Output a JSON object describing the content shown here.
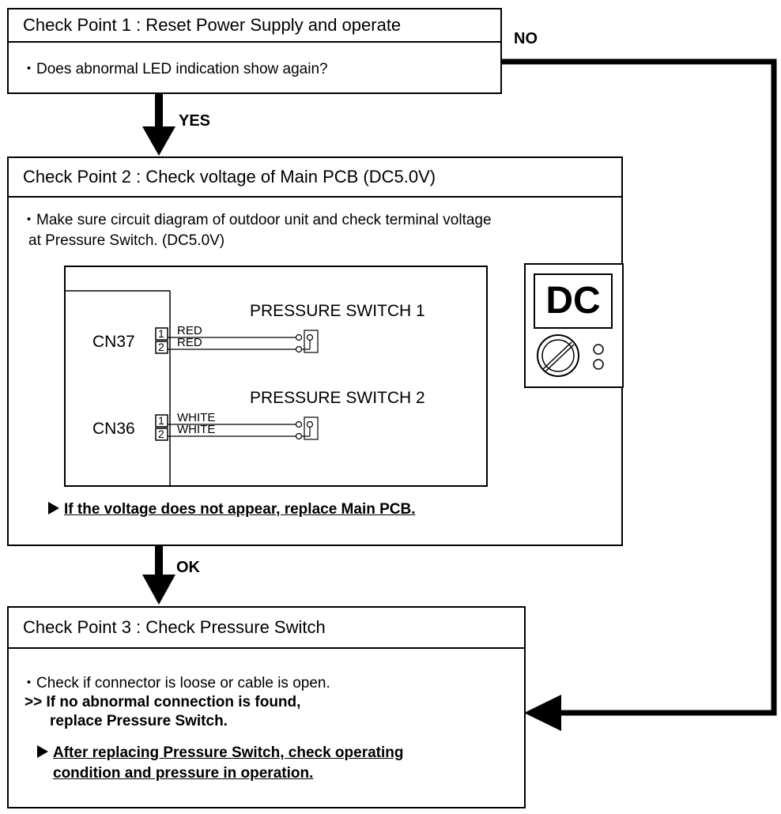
{
  "cp1": {
    "title": "Check Point 1 : Reset Power Supply and operate",
    "question": "・Does abnormal LED indication show again?"
  },
  "flow": {
    "no": "NO",
    "yes": "YES",
    "ok": "OK"
  },
  "cp2": {
    "title": "Check Point 2 : Check voltage of Main PCB (DC5.0V)",
    "instruction_line1": "・Make sure circuit diagram of outdoor unit and check terminal voltage",
    "instruction_line2": "at Pressure Switch. (DC5.0V)",
    "diagram": {
      "connector_a": "CN37",
      "connector_b": "CN36",
      "pin1": "1",
      "pin2": "2",
      "wire_a1": "RED",
      "wire_a2": "RED",
      "wire_b1": "WHITE",
      "wire_b2": "WHITE",
      "switch1": "PRESSURE SWITCH 1",
      "switch2": "PRESSURE SWITCH 2",
      "meter_label": "DC"
    },
    "action": "If the voltage does not appear, replace Main PCB."
  },
  "cp3": {
    "title": "Check Point 3 : Check Pressure Switch",
    "check": "・Check if connector is loose or cable is open.",
    "result_line1": ">> If no abnormal connection is found,",
    "result_line2": "replace Pressure Switch.",
    "action_line1": "After replacing Pressure Switch, check operating",
    "action_line2": "condition and pressure in operation."
  }
}
